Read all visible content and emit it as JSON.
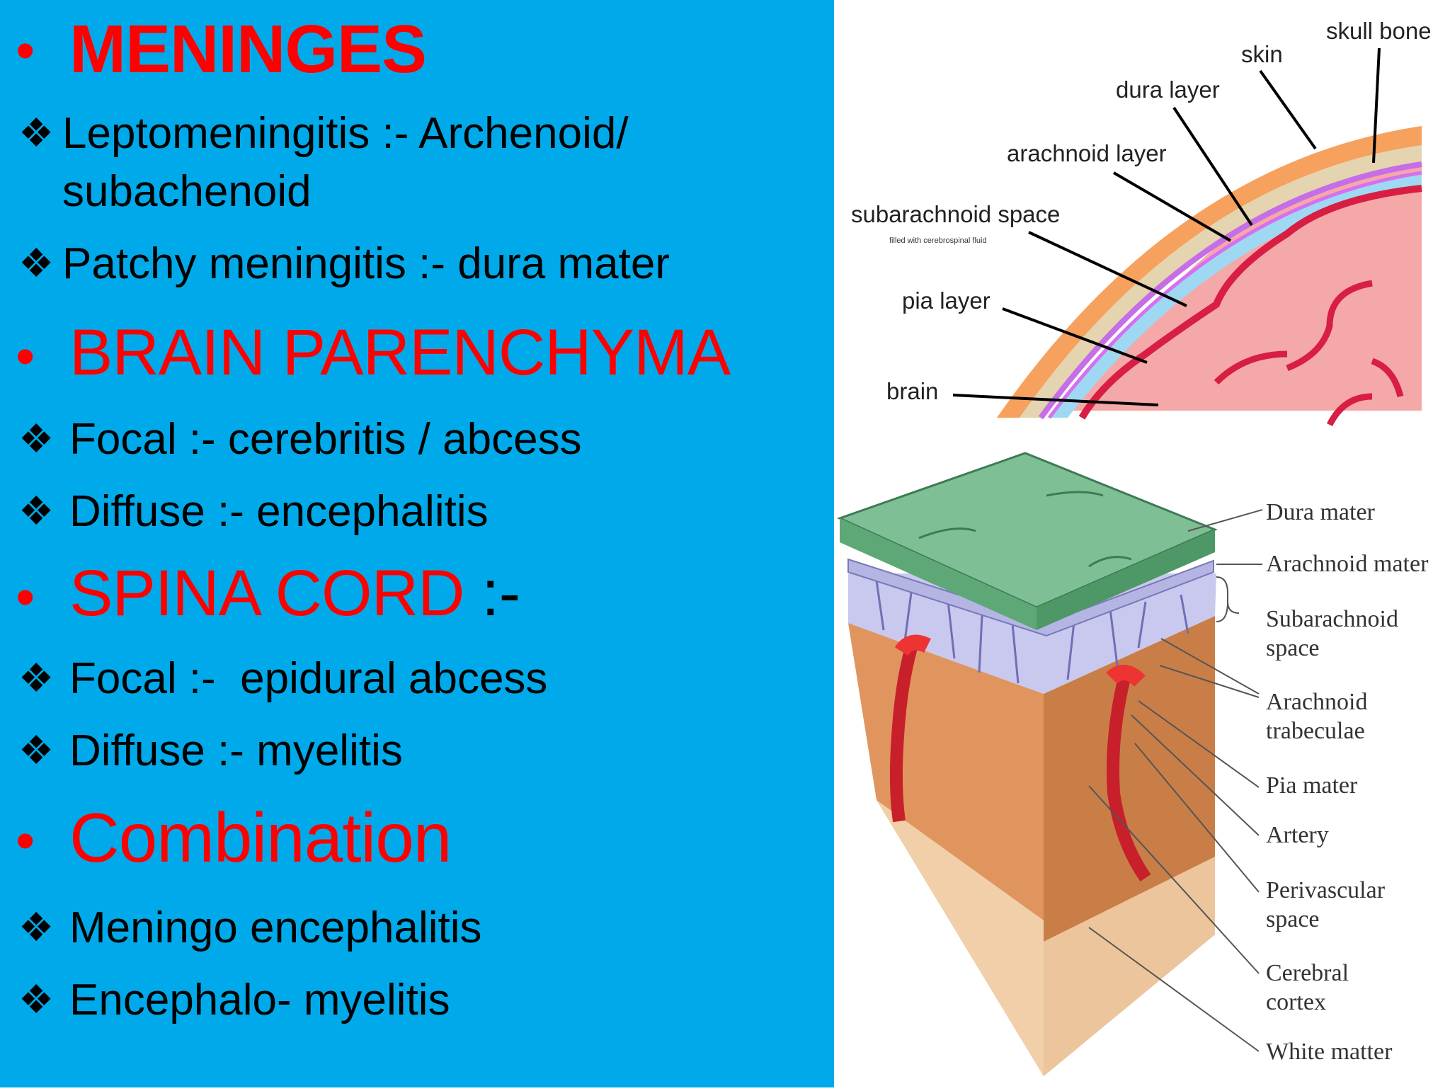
{
  "slide": {
    "sections": [
      {
        "heading": "MENINGES",
        "suffix": "",
        "items": [
          "Leptomeningitis :- Archenoid/",
          "subachenoid",
          "Patchy meningitis :- dura mater"
        ]
      },
      {
        "heading": "BRAIN PARENCHYMA",
        "suffix": "",
        "items": [
          "Focal :- cerebritis / abcess",
          "Diffuse :- encephalitis"
        ]
      },
      {
        "heading": "SPINA CORD",
        "suffix": " :-",
        "items": [
          "Focal :-  epidural abcess",
          "Diffuse :- myelitis"
        ]
      },
      {
        "heading": "Combination",
        "suffix": "",
        "items": [
          "Meningo encephalitis",
          "Encephalo- myelitis"
        ]
      }
    ],
    "bullet_glyph": "•",
    "diamond_glyph": "❖"
  },
  "diagram_top": {
    "labels": {
      "skull_bone": "skull bone",
      "skin": "skin",
      "dura_layer": "dura layer",
      "arachnoid_layer": "arachnoid layer",
      "subarachnoid_space": "subarachnoid space",
      "subarachnoid_note": "filled with cerebrospinal fluid",
      "pia_layer": "pia layer",
      "brain": "brain"
    }
  },
  "diagram_bottom": {
    "labels": {
      "dura_mater": "Dura mater",
      "arachnoid_mater": "Arachnoid mater",
      "subarachnoid_1": "Subarachnoid",
      "subarachnoid_2": "space",
      "trabeculae_1": "Arachnoid",
      "trabeculae_2": "trabeculae",
      "pia_mater": "Pia mater",
      "artery": "Artery",
      "perivascular_1": "Perivascular",
      "perivascular_2": "space",
      "cortex_1": "Cerebral",
      "cortex_2": "cortex",
      "white_matter": "White matter"
    }
  },
  "colors": {
    "left_bg": "#00aaea",
    "heading": "#ff0000",
    "text": "#000000"
  }
}
